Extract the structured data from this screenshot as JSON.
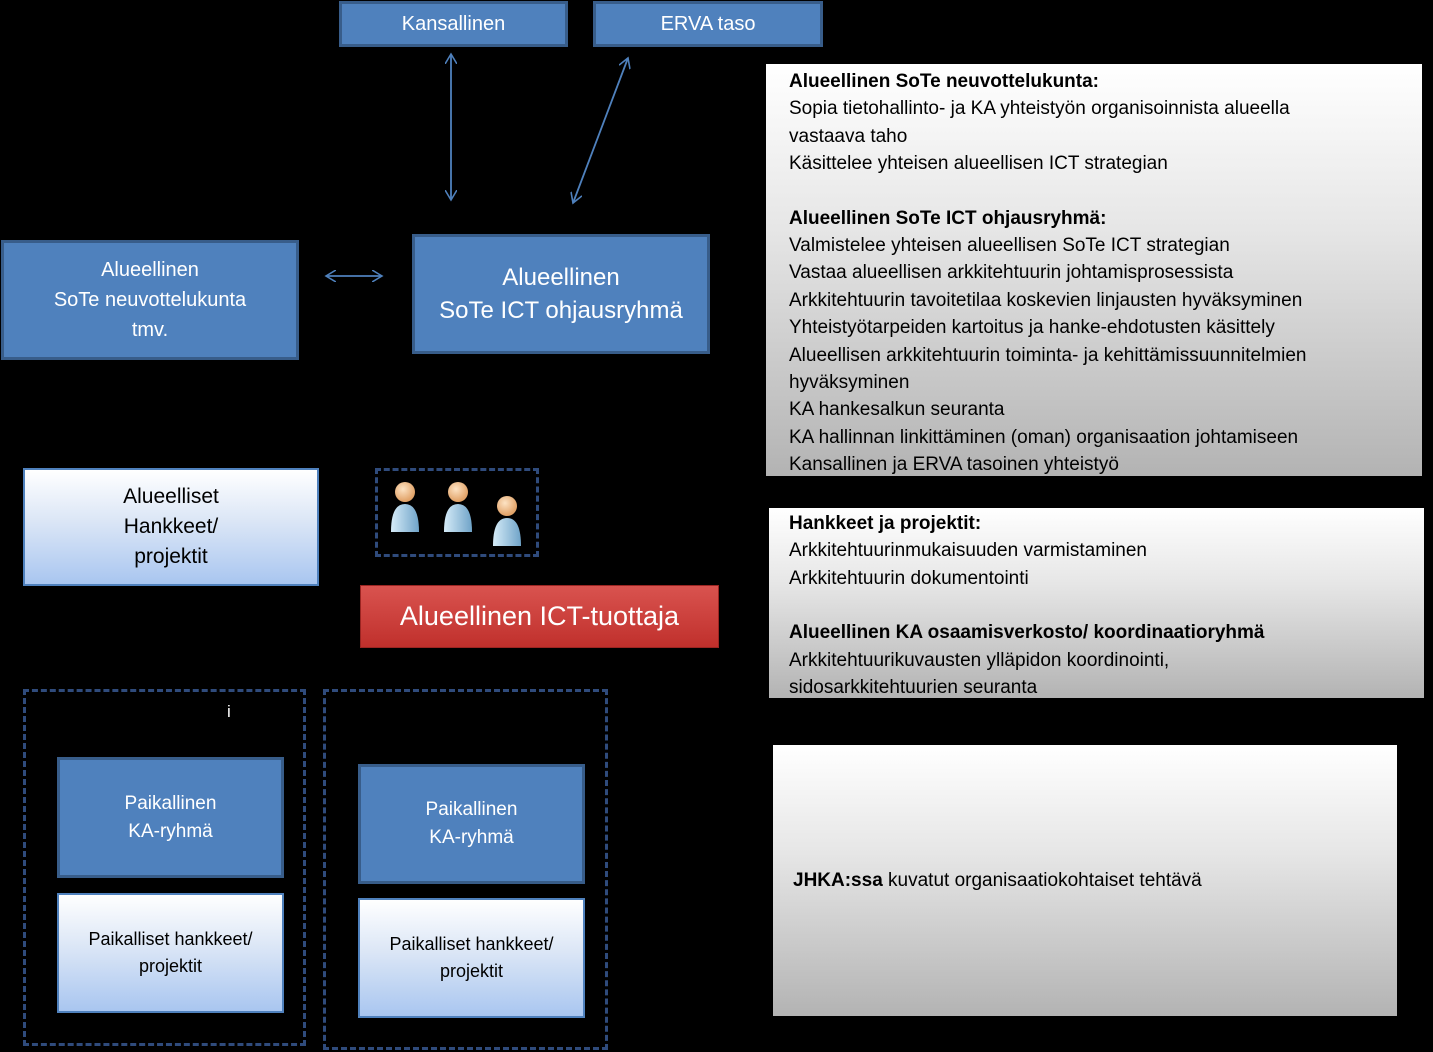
{
  "top": {
    "kansallinen": "Kansallinen",
    "erva": "ERVA taso"
  },
  "boxes": {
    "neuvottelukunta": [
      "Alueellinen",
      "SoTe neuvottelukunta",
      "tmv."
    ],
    "ohjausryhma": [
      "Alueellinen",
      "SoTe ICT ohjausryhmä"
    ],
    "hankkeet": [
      "Alueelliset",
      "Hankkeet/",
      "projektit"
    ],
    "tuottaja": "Alueellinen ICT-tuottaja",
    "local_left_marker": "i",
    "local_ka_1": [
      "Paikallinen",
      "KA-ryhmä"
    ],
    "local_proj_1": [
      "Paikalliset hankkeet/",
      "projektit"
    ],
    "local_ka_2": [
      "Paikallinen",
      "KA-ryhmä"
    ],
    "local_proj_2": [
      "Paikalliset hankkeet/",
      "projektit"
    ]
  },
  "panel1": {
    "h1": "Alueellinen SoTe neuvottelukunta:",
    "l1": "Sopia tietohallinto- ja KA yhteistyön organisoinnista alueella",
    "l2": "vastaava taho",
    "l3": "Käsittelee yhteisen alueellisen ICT strategian",
    "h2": "Alueellinen SoTe ICT ohjausryhmä:",
    "items": [
      "Valmistelee yhteisen alueellisen SoTe ICT strategian",
      "Vastaa alueellisen arkkitehtuurin johtamisprosessista",
      "Arkkitehtuurin tavoitetilaa koskevien linjausten hyväksyminen",
      "Yhteistyötarpeiden kartoitus ja hanke-ehdotusten käsittely",
      "Alueellisen arkkitehtuurin toiminta- ja kehittämissuunnitelmien",
      "hyväksyminen",
      "KA hankesalkun seuranta",
      "KA hallinnan linkittäminen (oman) organisaation johtamiseen",
      "Kansallinen ja ERVA tasoinen yhteistyö"
    ]
  },
  "panel2": {
    "h1": "Hankkeet ja projektit:",
    "l1": "Arkkitehtuurinmukaisuuden varmistaminen",
    "l2": "Arkkitehtuurin dokumentointi",
    "h2": "Alueellinen KA osaamisverkosto/ koordinaatioryhmä",
    "l3": "Arkkitehtuurikuvausten ylläpidon koordinointi,",
    "l4": "sidosarkkitehtuurien seuranta"
  },
  "panel3": {
    "bold": "JHKA:ssa",
    "rest": " kuvatut organisaatiokohtaiset tehtävä"
  },
  "icons": [
    "person-icon",
    "person-icon",
    "person-icon"
  ],
  "colors": {
    "dark_box": "#4f81bd",
    "dark_border": "#385d8a",
    "arrow": "#4f81bd",
    "red_box": "#c9302c"
  }
}
